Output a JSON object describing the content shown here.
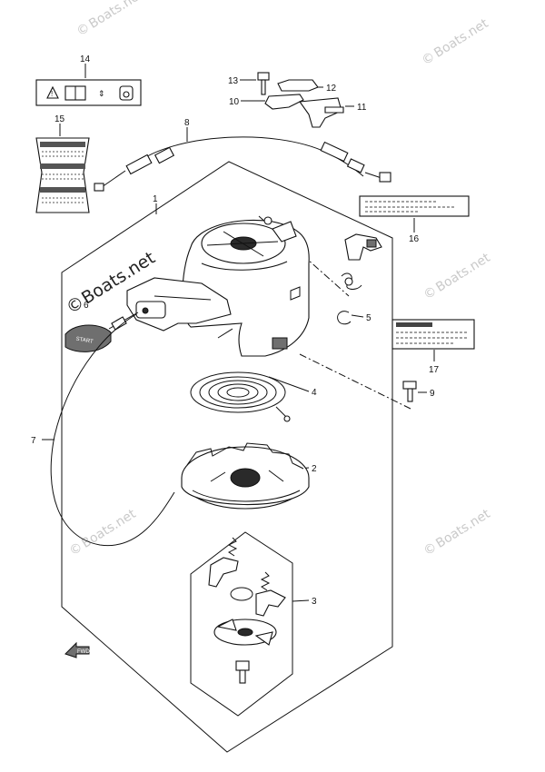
{
  "watermark": {
    "copyright_symbol": "©",
    "text": "Boats.net"
  },
  "callouts": [
    {
      "id": "c1",
      "label": "1"
    },
    {
      "id": "c2",
      "label": "2"
    },
    {
      "id": "c3",
      "label": "3"
    },
    {
      "id": "c4",
      "label": "4"
    },
    {
      "id": "c5",
      "label": "5"
    },
    {
      "id": "c6",
      "label": "6"
    },
    {
      "id": "c7",
      "label": "7"
    },
    {
      "id": "c8",
      "label": "8"
    },
    {
      "id": "c9",
      "label": "9"
    },
    {
      "id": "c10",
      "label": "10"
    },
    {
      "id": "c11",
      "label": "11"
    },
    {
      "id": "c12",
      "label": "12"
    },
    {
      "id": "c13",
      "label": "13"
    },
    {
      "id": "c14",
      "label": "14"
    },
    {
      "id": "c15",
      "label": "15"
    },
    {
      "id": "c16",
      "label": "16"
    },
    {
      "id": "c17",
      "label": "17"
    }
  ],
  "handle_text": "START",
  "direction_arrow_text": "FWD"
}
